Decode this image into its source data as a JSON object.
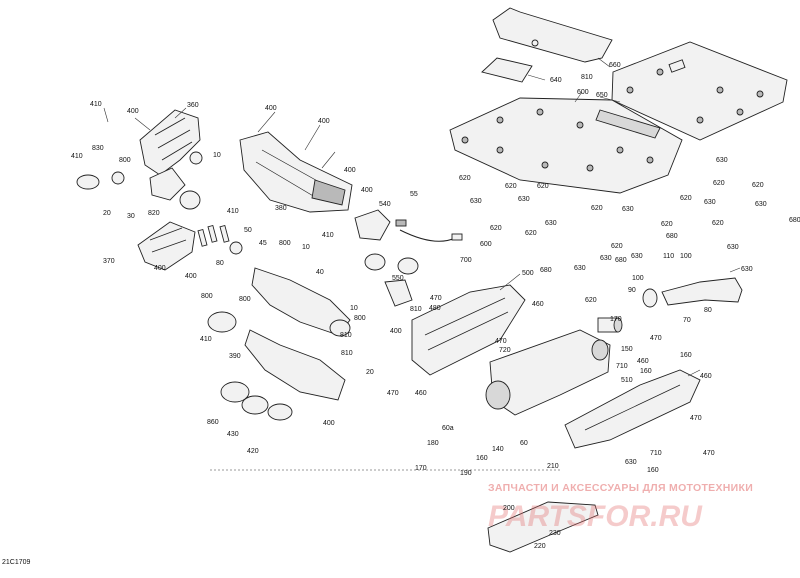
{
  "diagram": {
    "code": "21C1709",
    "watermark": {
      "text": "ЗАПЧАСТИ И АКСЕССУАРЫ ДЛЯ МОТОТЕХНИКИ",
      "logo": "PARTSFOR.RU"
    },
    "callouts": [
      "410",
      "400",
      "360",
      "830",
      "10",
      "410",
      "800",
      "20",
      "30",
      "820",
      "410",
      "380",
      "400",
      "400",
      "370",
      "400",
      "400",
      "80",
      "50",
      "45",
      "800",
      "10",
      "410",
      "800",
      "800",
      "400",
      "40",
      "10",
      "800",
      "410",
      "390",
      "860",
      "430",
      "420",
      "810",
      "20",
      "810",
      "400",
      "400",
      "540",
      "55",
      "700",
      "550",
      "400",
      "470",
      "480",
      "810",
      "500",
      "460",
      "470",
      "720",
      "470",
      "460",
      "60a",
      "60",
      "180",
      "170",
      "190",
      "160",
      "140",
      "210",
      "200",
      "230",
      "220",
      "660",
      "640",
      "810",
      "600",
      "650",
      "620",
      "630",
      "620",
      "630",
      "620",
      "630",
      "620",
      "680",
      "620",
      "630",
      "620",
      "620",
      "630",
      "680",
      "630",
      "680",
      "620",
      "630",
      "620",
      "630",
      "620",
      "630",
      "620",
      "680",
      "630",
      "620",
      "630",
      "110",
      "90",
      "100",
      "100",
      "70",
      "80",
      "170",
      "470",
      "160",
      "150",
      "460",
      "510",
      "460",
      "470",
      "470",
      "160",
      "630",
      "160",
      "710",
      "710",
      "620",
      "600",
      "630"
    ]
  }
}
